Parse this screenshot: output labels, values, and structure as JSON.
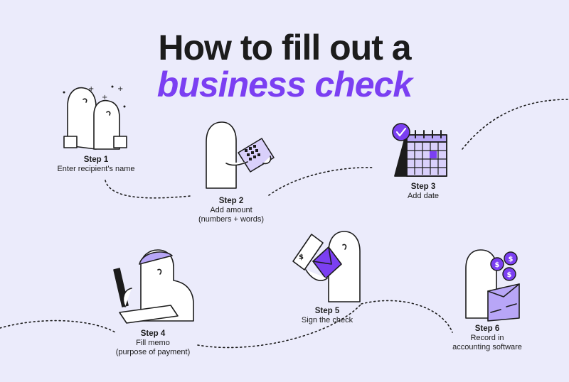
{
  "title": {
    "line1": "How to fill out a",
    "line2": "business check"
  },
  "colors": {
    "background": "#ebebfb",
    "accent": "#7b3ff2",
    "ink": "#1c1c1c",
    "figure": "#ffffff"
  },
  "steps": [
    {
      "label": "Step 1",
      "lines": [
        "Enter recipient's name"
      ],
      "illustration": "two-friends-hugging-icon"
    },
    {
      "label": "Step 2",
      "lines": [
        "Add amount",
        "(numbers + words)"
      ],
      "illustration": "person-with-calculator-icon"
    },
    {
      "label": "Step 3",
      "lines": [
        "Add date"
      ],
      "illustration": "calendar-check-icon"
    },
    {
      "label": "Step 4",
      "lines": [
        "Fill memo",
        "(purpose of payment)"
      ],
      "illustration": "person-writing-icon"
    },
    {
      "label": "Step 5",
      "lines": [
        "Sign the check"
      ],
      "illustration": "person-with-envelope-icon"
    },
    {
      "label": "Step 6",
      "lines": [
        "Record in",
        "accounting software"
      ],
      "illustration": "person-with-book-and-coins-icon"
    }
  ]
}
